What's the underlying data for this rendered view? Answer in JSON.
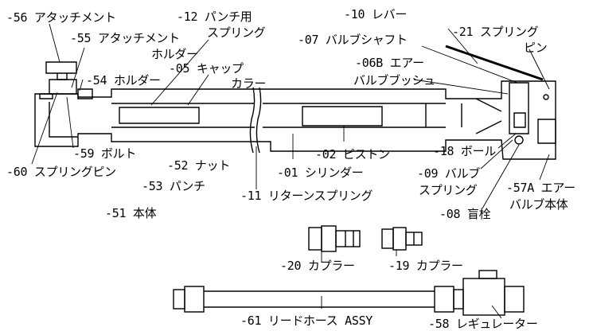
{
  "labels": {
    "p56": "-56 アタッチメント",
    "p55a": "-55 アタッチメント",
    "p55b": "ホルダー",
    "p54": "-54 ホルダー",
    "p12a": "-12 パンチ用",
    "p12b": "スプリング",
    "p05a": "-05 キャップ",
    "p05b": "カラー",
    "p10": "-10 レバー",
    "p07": "-07 バルブシャフト",
    "p21a": "-21 スプリング",
    "p21b": "ピン",
    "p06ba": "-06B エアー",
    "p06bb": "バルブブッシュ",
    "p59": "-59 ボルト",
    "p60": "-60 スプリングピン",
    "p52": "-52 ナット",
    "p53": "-53 パンチ",
    "p51": "-51 本体",
    "p02": "-02 ピストン",
    "p01": "-01 シリンダー",
    "p11": "-11 リターンスプリング",
    "p18": "-18 ボール",
    "p09a": "-09 バルブ",
    "p09b": "スプリング",
    "p08": "-08 盲栓",
    "p57a": "-57A エアー",
    "p57b": "バルブ本体",
    "p20": "-20 カプラー",
    "p19": "-19 カプラー",
    "p61": "-61 リードホース ASSY",
    "p58": "-58 レギュレーター"
  }
}
